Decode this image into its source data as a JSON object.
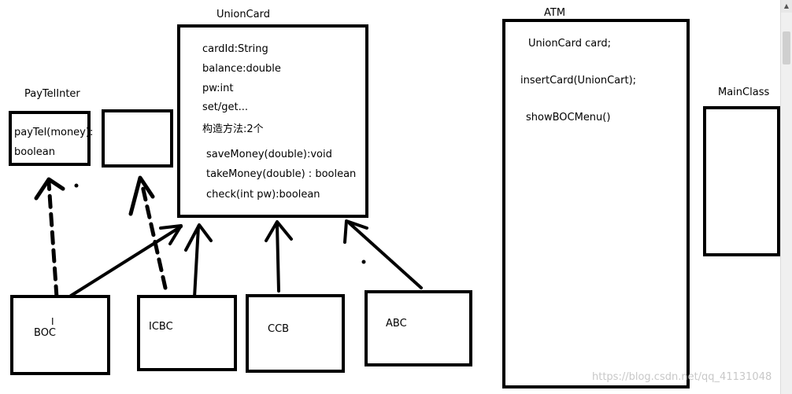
{
  "diagram": {
    "union_card": {
      "title": "UnionCard",
      "fields": [
        "cardId:String",
        "balance:double",
        "pw:int",
        "set/get...",
        "构造方法:2个"
      ],
      "methods": [
        "saveMoney(double):void",
        "takeMoney(double) : boolean",
        "check(int pw):boolean"
      ]
    },
    "pay_tel_inter": {
      "title": "PayTelInter",
      "lines": [
        "payTel(money):",
        "boolean"
      ]
    },
    "atm": {
      "title": "ATM",
      "lines": [
        "UnionCard card;",
        "insertCard(UnionCart);",
        "showBOCMenu()"
      ]
    },
    "main_class": {
      "title": "MainClass"
    },
    "banks": {
      "boc": "BOC",
      "icbc": "ICBC",
      "ccb": "CCB",
      "abc": "ABC"
    }
  },
  "watermark": "https://blog.csdn.net/qq_41131048"
}
